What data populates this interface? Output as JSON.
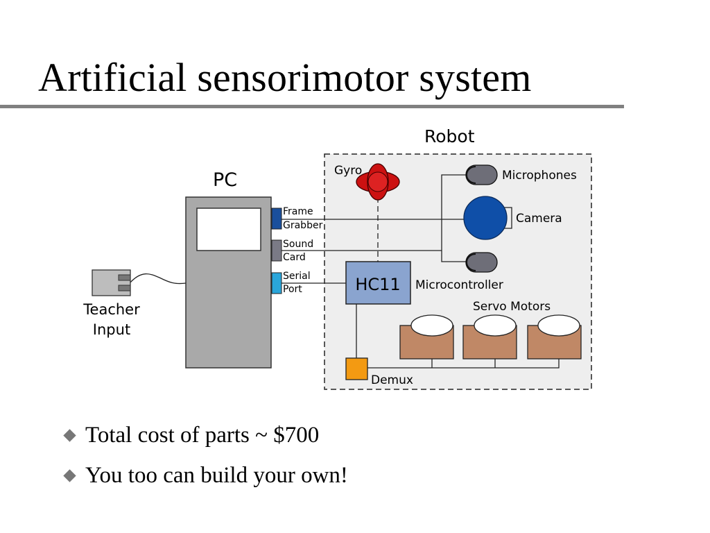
{
  "slide": {
    "title": "Artificial sensorimotor system"
  },
  "diagram": {
    "robot_label": "Robot",
    "pc_label": "PC",
    "gyro_label": "Gyro",
    "microphones_label": "Microphones",
    "camera_label": "Camera",
    "frame_grabber_line1": "Frame",
    "frame_grabber_line2": "Grabber",
    "sound_card_line1": "Sound",
    "sound_card_line2": "Card",
    "serial_port_line1": "Serial",
    "serial_port_line2": "Port",
    "hc11_label": "HC11",
    "microcontroller_label": "Microcontroller",
    "servo_motors_label": "Servo Motors",
    "demux_label": "Demux",
    "teacher_input_line1": "Teacher",
    "teacher_input_line2": "Input",
    "colors": {
      "gyro": "#cc1111",
      "camera": "#0f4fa8",
      "frame_grabber_port": "#1a4f9c",
      "sound_card_port": "#7a7a86",
      "serial_port": "#2aa6da",
      "hc11": "#8aa4cf",
      "servo": "#c08866",
      "demux": "#f39a12",
      "pc_body": "#a9a9a9",
      "robot_panel": "#eeeeee"
    }
  },
  "bullets": [
    "Total cost of parts ~ $700",
    "You too can build your own!"
  ]
}
